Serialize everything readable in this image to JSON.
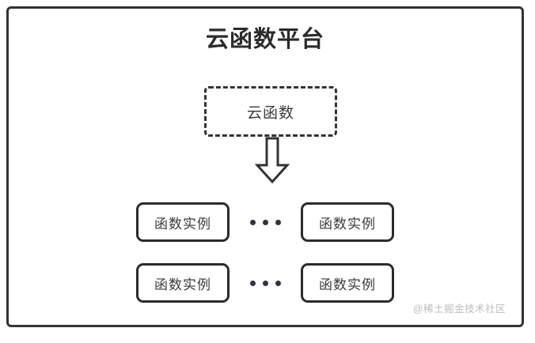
{
  "diagram": {
    "title": "云函数平台",
    "cloud_function": {
      "label": "云函数",
      "border_style": "dashed"
    },
    "arrow": {
      "icon": "down-block-arrow",
      "direction": "down"
    },
    "instance_rows": [
      {
        "left_instance": "函数实例",
        "separator": "•••",
        "right_instance": "函数实例"
      },
      {
        "left_instance": "函数实例",
        "separator": "•••",
        "right_instance": "函数实例"
      }
    ],
    "watermark": "@稀土掘金技术社区",
    "colors": {
      "stroke": "#333333",
      "box_stroke": "#2b2b2b",
      "text": "#3a3a3a",
      "title_text": "#2b2b2b",
      "dot": "#2e3440",
      "watermark_text": "#bdbdbd",
      "background": "#ffffff"
    }
  }
}
